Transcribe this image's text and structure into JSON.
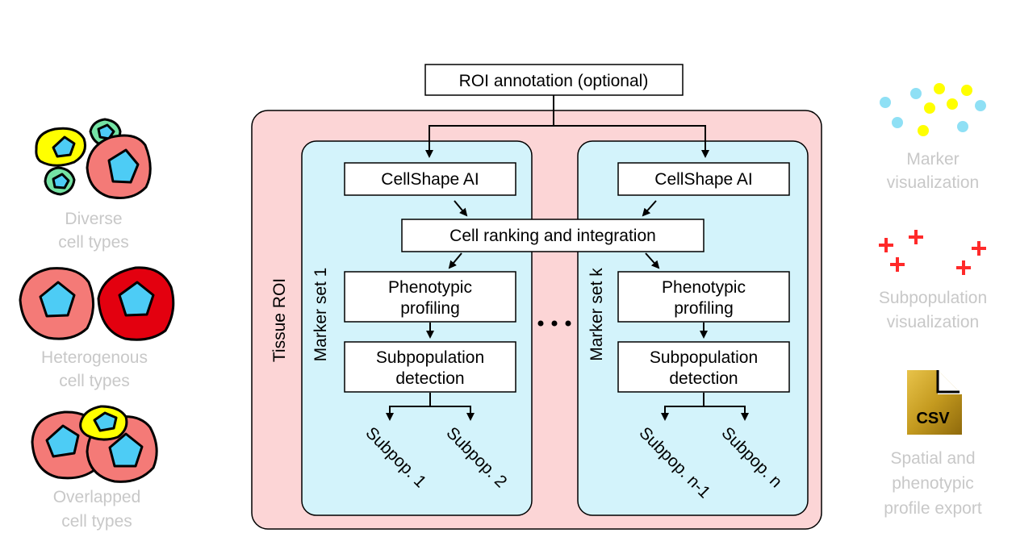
{
  "colors": {
    "tissue_fill": "#fcd5d6",
    "marker_fill": "#d3f3fb",
    "cell_red": "#f47a77",
    "cell_darkred": "#e3000f",
    "nucleus_blue": "#4dccf5",
    "cell_yellow": "#ffff00",
    "cell_green": "#74e3a4",
    "dot_cyan": "#8fe0f5",
    "dot_yellow": "#ffff00",
    "plus_red": "#ff2a2a",
    "csv_gold": "#c9a227",
    "side_text": "#c8c8c8"
  },
  "roi_annotation": "ROI annotation (optional)",
  "tissue_roi_label": "Tissue ROI",
  "marker_set_1": {
    "label": "Marker set 1",
    "cellshape": "CellShape AI",
    "profiling": [
      "Phenotypic",
      "profiling"
    ],
    "detection": [
      "Subpopulation",
      "detection"
    ],
    "subpops": [
      "Subpop. 1",
      "Subpop. 2"
    ]
  },
  "marker_set_k": {
    "label": "Marker set k",
    "cellshape": "CellShape AI",
    "profiling": [
      "Phenotypic",
      "profiling"
    ],
    "detection": [
      "Subpopulation",
      "detection"
    ],
    "subpops": [
      "Subpop. n-1",
      "Subpop. n"
    ]
  },
  "ranking": "Cell ranking and integration",
  "left_panel": {
    "diverse": [
      "Diverse",
      "cell types"
    ],
    "heterogenous": [
      "Heterogenous",
      "cell types"
    ],
    "overlapped": [
      "Overlapped",
      "cell types"
    ]
  },
  "right_panel": {
    "marker_vis": [
      "Marker",
      "visualization"
    ],
    "subpop_vis": [
      "Subpopulation",
      "visualization"
    ],
    "csv_label": "CSV",
    "export": [
      "Spatial and",
      "phenotypic",
      "profile export"
    ]
  }
}
